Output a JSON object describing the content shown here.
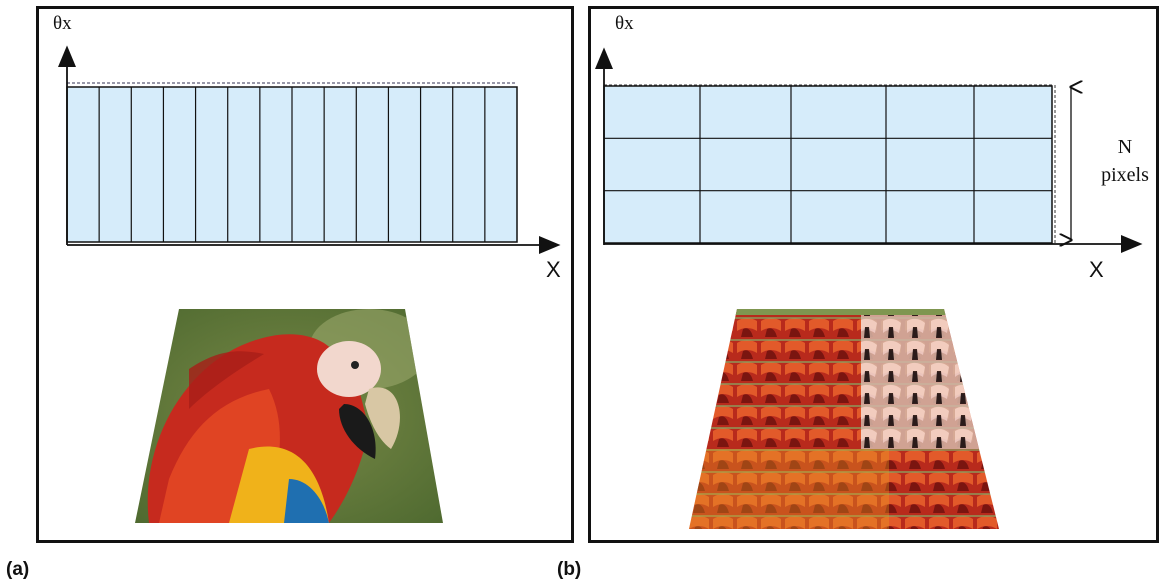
{
  "panels": [
    {
      "label": "(a)",
      "axis_y_label": "θx",
      "axis_x_label": "X",
      "grid_columns": 14,
      "grid_rows": 1,
      "grid_fill": "#d6ecfa",
      "image": "parrot-photo"
    },
    {
      "label": "(b)",
      "axis_y_label": "θx",
      "axis_x_label": "X",
      "grid_columns": 5,
      "grid_rows": 3,
      "grid_fill": "#d6ecfa",
      "side_label_line1": "N",
      "side_label_line2": "pixels",
      "image": "parrot-tiled-photo"
    }
  ]
}
